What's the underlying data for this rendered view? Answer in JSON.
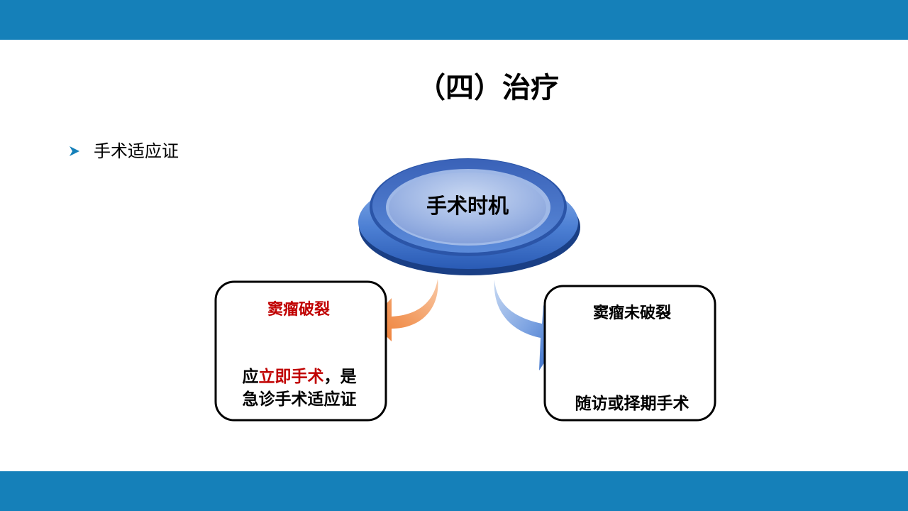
{
  "slide": {
    "title": "（四）治疗",
    "bullet_icon": "arrowhead-bullet-icon",
    "bullet_text": "手术适应证"
  },
  "diagram": {
    "hub": {
      "label": "手术时机",
      "icon": "disc-icon"
    },
    "left_branch": {
      "arrow_icon": "curved-arrow-left-icon",
      "title": "窦瘤破裂",
      "body_line1_prefix": "应",
      "body_line1_highlight": "立即手术",
      "body_line1_suffix": "，是",
      "body_line2": "急诊手术适应证"
    },
    "right_branch": {
      "arrow_icon": "curved-arrow-right-icon",
      "title": "窦瘤未破裂",
      "body": "随访或择期手术"
    }
  },
  "colors": {
    "header_bar": "#1580B9",
    "hub_blue": "#3E6FC8",
    "hub_dark": "#1F4590",
    "highlight_red": "#C00000",
    "arrow_orange": "#EE7B30",
    "arrow_blue": "#2E66C4",
    "bullet_blue": "#1580B9"
  }
}
